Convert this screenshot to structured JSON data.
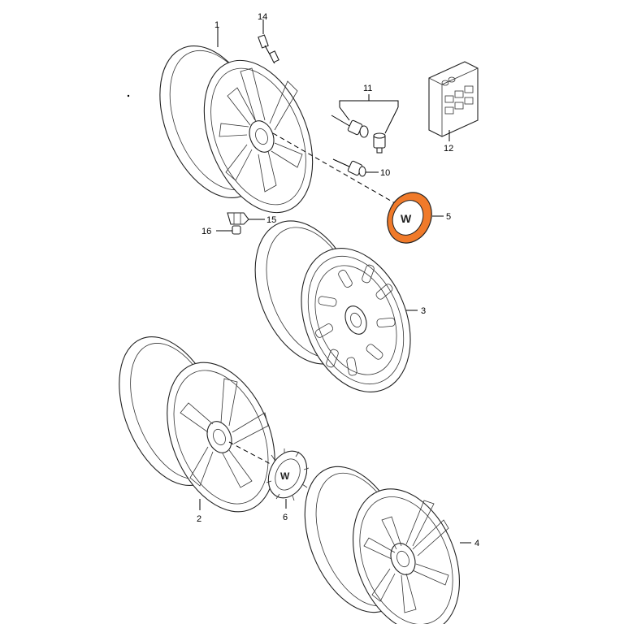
{
  "diagram": {
    "labels": {
      "p1": "1",
      "p2": "2",
      "p3": "3",
      "p4": "4",
      "p5": "5",
      "p6": "6",
      "p10": "10",
      "p11": "11",
      "p12": "12",
      "p14": "14",
      "p15": "15",
      "p16": "16"
    },
    "colors": {
      "highlight": "#f07a2a",
      "line": "#222222",
      "background": "#ffffff"
    }
  }
}
